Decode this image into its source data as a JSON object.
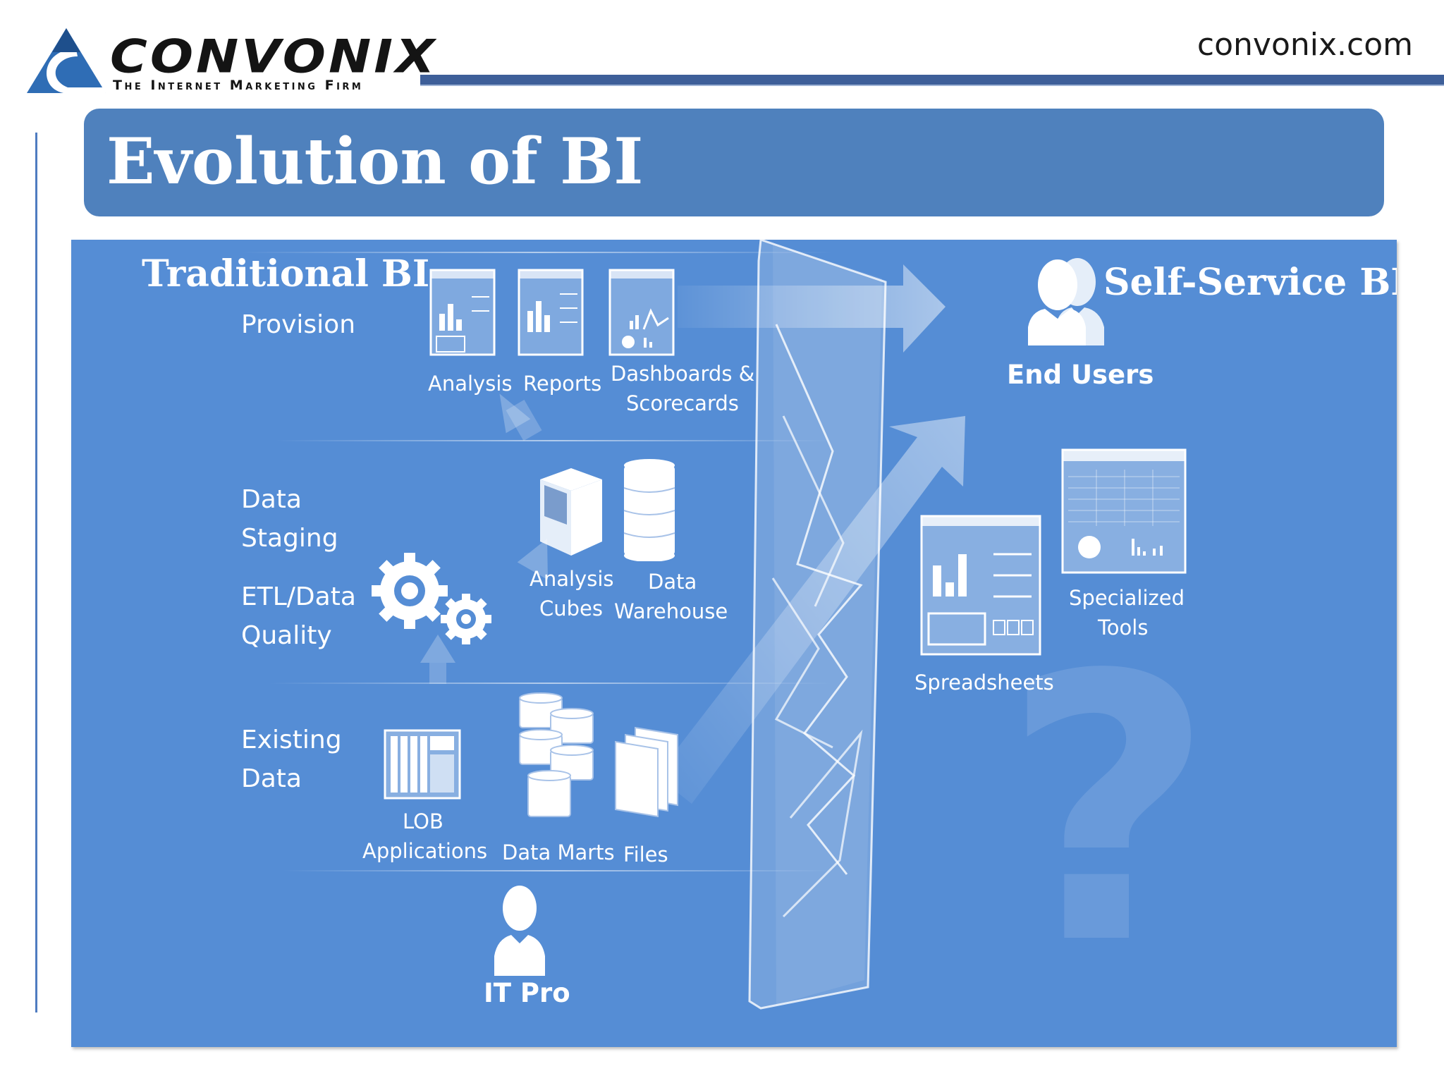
{
  "header": {
    "logo_name": "CONVONIX",
    "logo_tagline": "The Internet Marketing Firm",
    "url": "convonix.com"
  },
  "slide": {
    "title": "Evolution of BI"
  },
  "diagram": {
    "traditional": {
      "heading": "Traditional BI",
      "provision_label": "Provision",
      "provision_items": [
        "Analysis",
        "Reports",
        "Dashboards &",
        "Scorecards"
      ],
      "staging_label_1": "Data",
      "staging_label_2": "Staging",
      "etl_label_1": "ETL/Data",
      "etl_label_2": "Quality",
      "staging_items": [
        "Analysis",
        "Cubes",
        "Data",
        "Warehouse"
      ],
      "existing_label_1": "Existing",
      "existing_label_2": "Data",
      "existing_items": [
        "LOB",
        "Applications",
        "Data Marts",
        "Files"
      ],
      "it_pro": "IT Pro"
    },
    "self_service": {
      "heading": "Self-Service BI",
      "end_users": "End Users",
      "spreadsheets": "Spreadsheets",
      "specialized_1": "Specialized",
      "specialized_2": "Tools",
      "question_mark": "?"
    }
  },
  "colors": {
    "panel": "#558dd5",
    "title_bar": "#4f81bd",
    "header_rule": "#3e5f99",
    "logo_blue": "#2f6db5"
  }
}
